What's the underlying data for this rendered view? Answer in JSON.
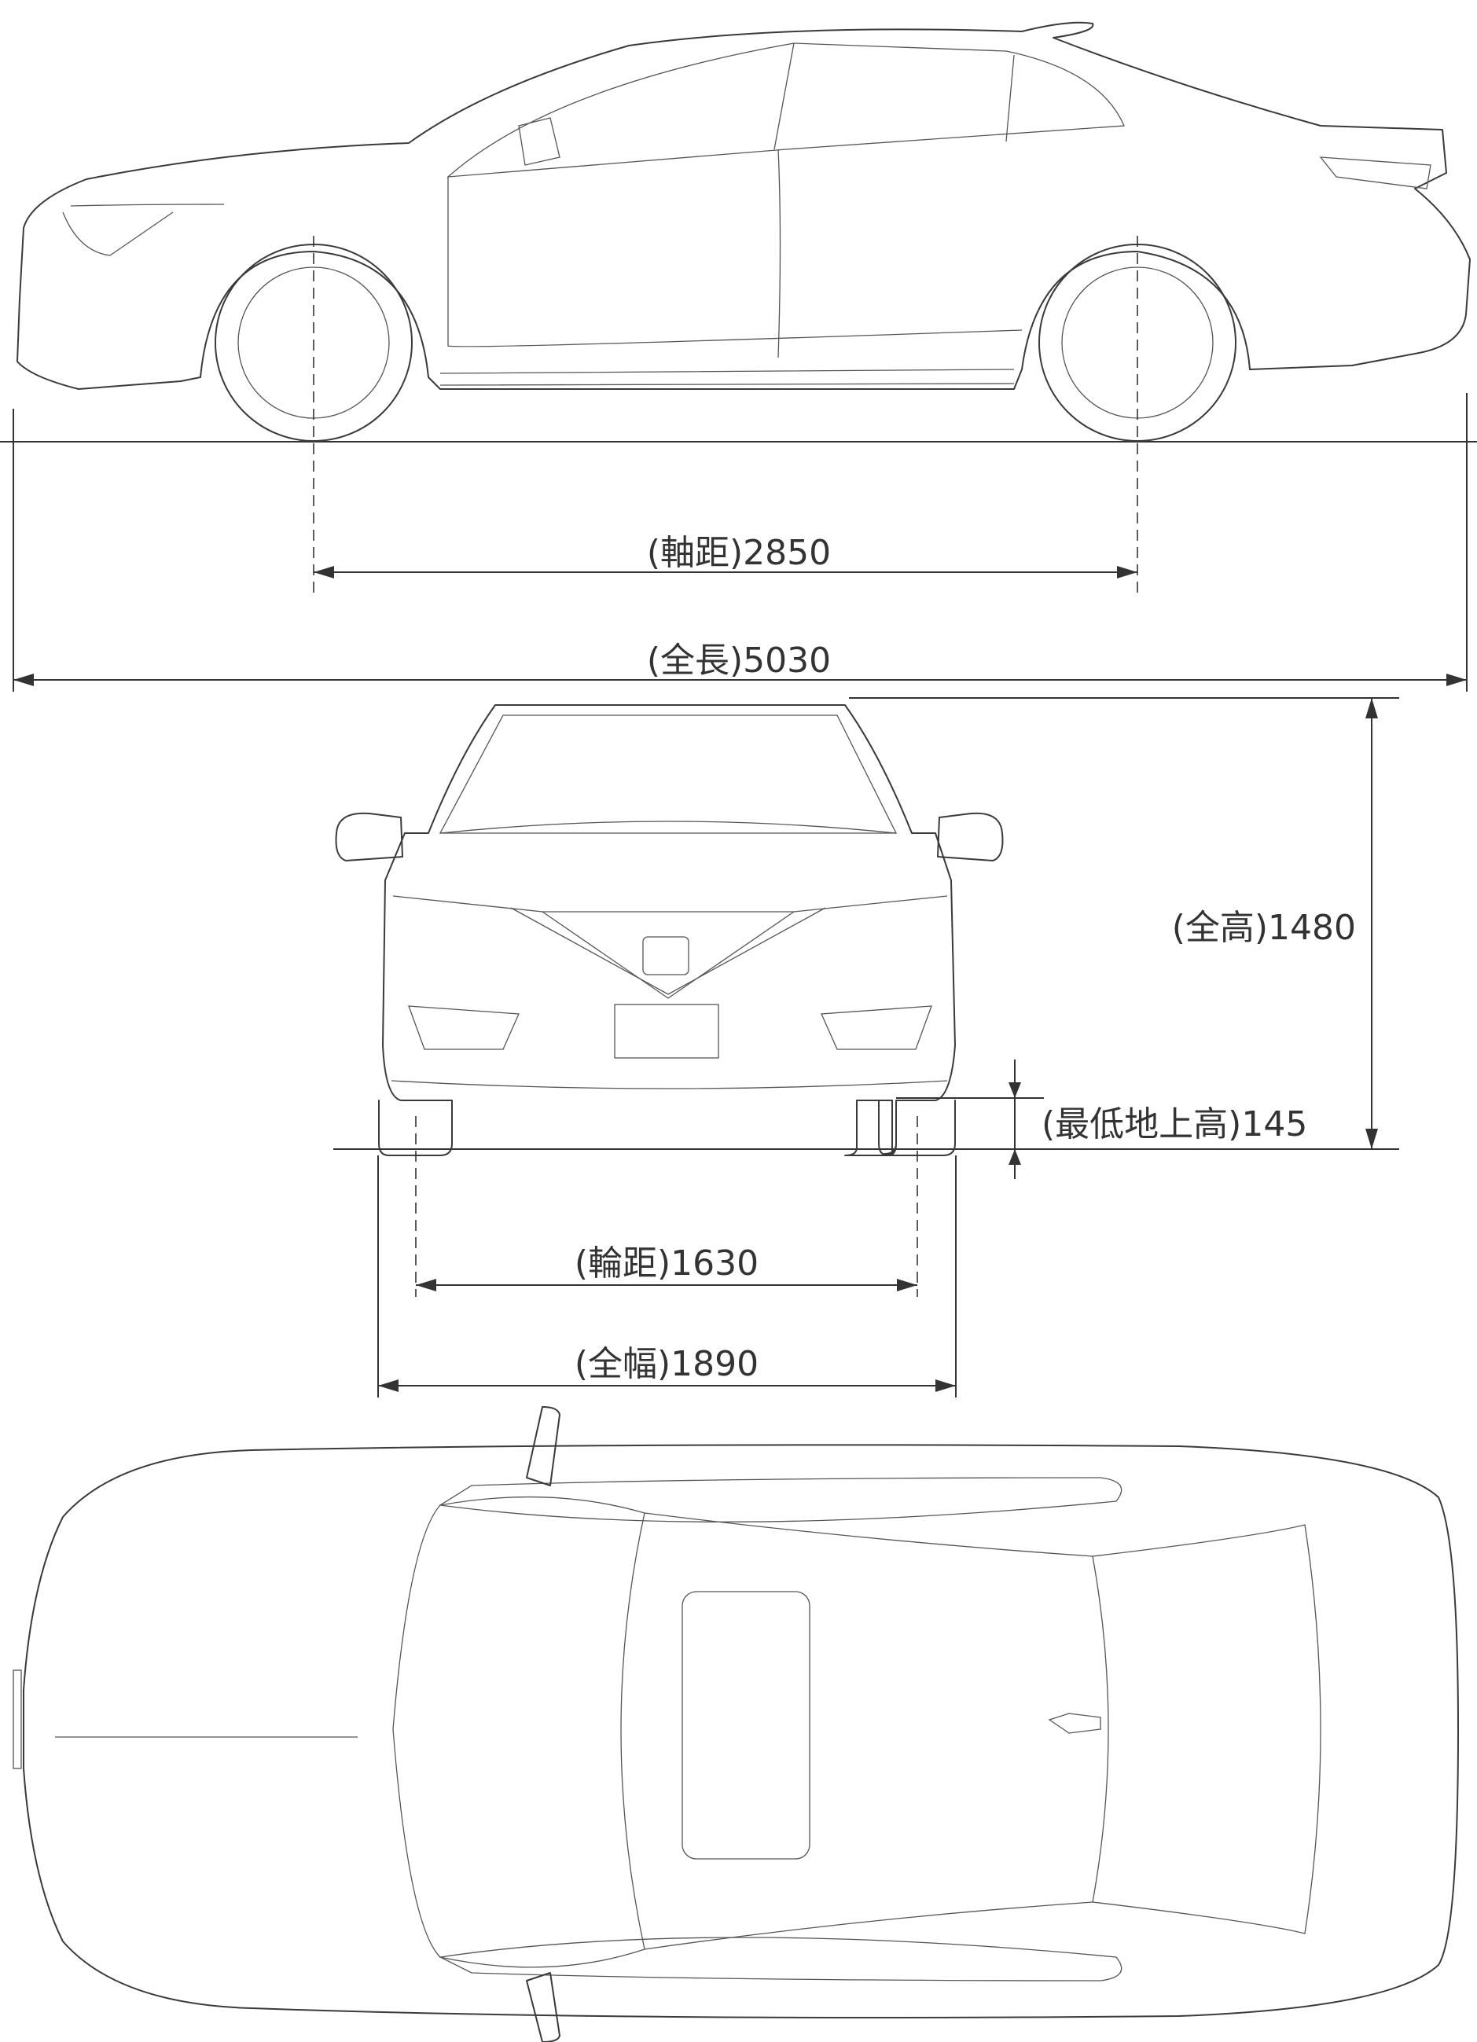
{
  "dimensions": {
    "wheelbase": {
      "label": "(軸距)2850",
      "value_mm": 2850
    },
    "overall_length": {
      "label": "(全長)5030",
      "value_mm": 5030
    },
    "overall_height": {
      "label": "(全高)1480",
      "value_mm": 1480
    },
    "ground_clearance": {
      "label": "(最低地上高)145",
      "value_mm": 145
    },
    "track": {
      "label": "(輪距)1630",
      "value_mm": 1630
    },
    "overall_width": {
      "label": "(全幅)1890",
      "value_mm": 1890
    }
  },
  "colors": {
    "line": "#3a3a3a",
    "text": "#333333",
    "background": "#ffffff"
  }
}
